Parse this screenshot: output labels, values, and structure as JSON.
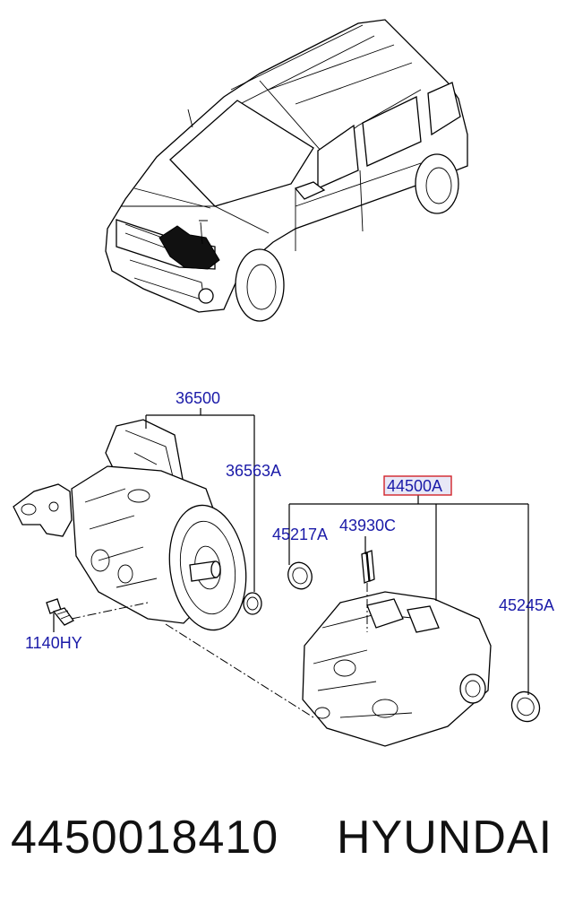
{
  "labels": {
    "assy_main": "36500",
    "seal_a": "36563A",
    "bolt": "1140HY",
    "reducer_assy": "44500A",
    "seal_b": "45217A",
    "pin": "43930C",
    "seal_c": "45245A"
  },
  "footer": {
    "part_number": "4450018410",
    "brand": "HYUNDAI"
  },
  "colors": {
    "label": "#1a1aa8",
    "highlight_box": "#d2232a",
    "highlight_fill": "#e8e8f6"
  }
}
